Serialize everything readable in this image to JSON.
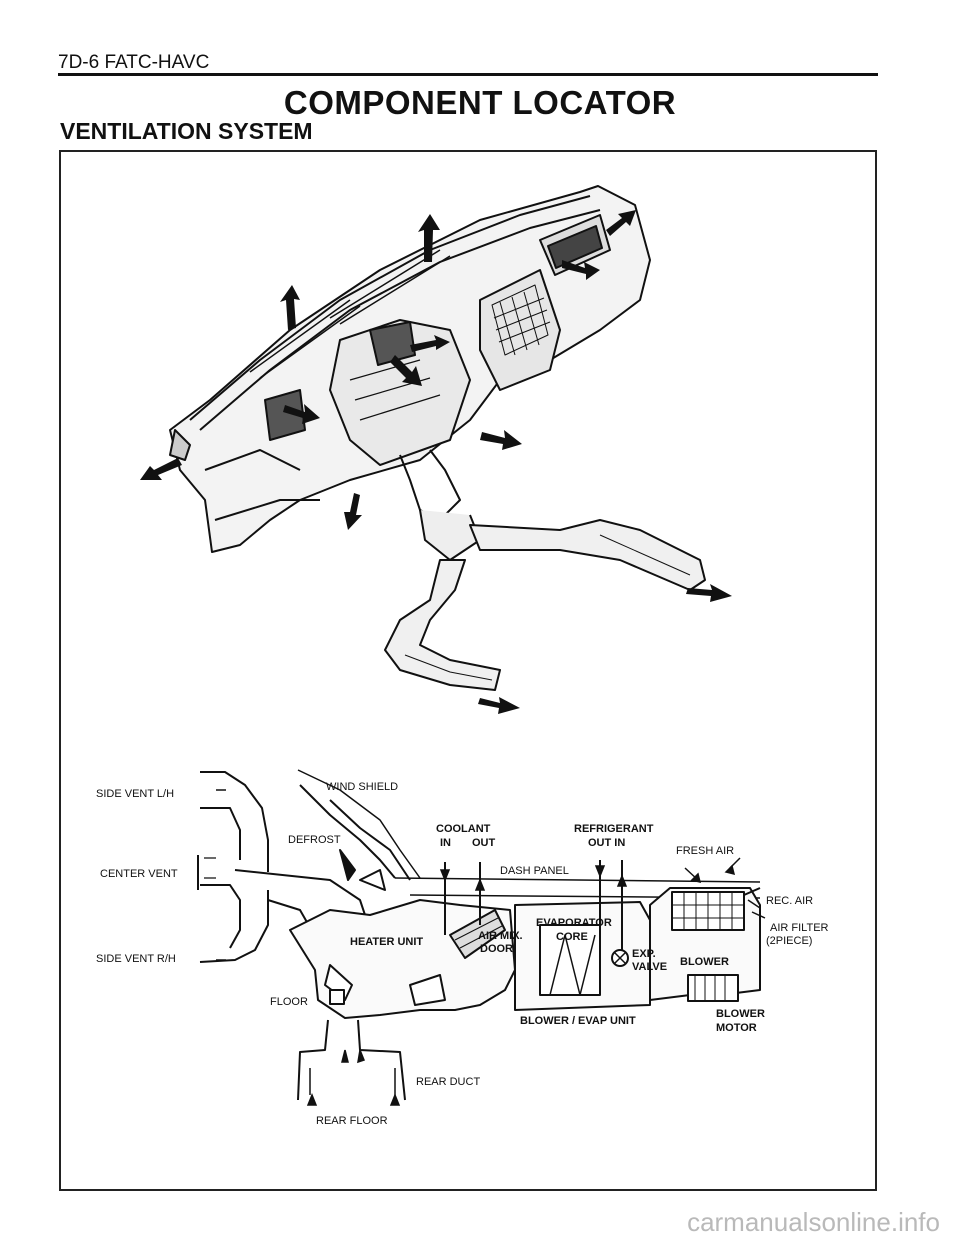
{
  "page": {
    "header": "7D-6  FATC-HAVC",
    "title": "COMPONENT LOCATOR",
    "subtitle": "VENTILATION SYSTEM",
    "watermark": "carmanualsonline.info"
  },
  "diagram": {
    "labels": {
      "side_vent_lh": "SIDE VENT L/H",
      "center_vent": "CENTER VENT",
      "side_vent_rh": "SIDE VENT R/H",
      "wind_shield": "WIND SHIELD",
      "defrost": "DEFROST",
      "coolant": "COOLANT",
      "coolant_in": "IN",
      "coolant_out": "OUT",
      "refrigerant": "REFRIGERANT",
      "refrigerant_out_in": "OUT  IN",
      "fresh_air": "FRESH  AIR",
      "dash_panel": "DASH PANEL",
      "rec_air": "REC. AIR",
      "air_filter": "AIR FILTER",
      "air_filter_2": "(2PIECE)",
      "evaporator": "EVAPORATOR",
      "core": "CORE",
      "heater_unit": "HEATER UNIT",
      "air_mix": "AIR MIX.",
      "door": "DOOR",
      "exp": "EXP.",
      "valve": "VALVE",
      "blower": "BLOWER",
      "blower_motor_1": "BLOWER",
      "blower_motor_2": "MOTOR",
      "floor": "FLOOR",
      "blower_evap_unit": "BLOWER / EVAP UNIT",
      "rear_duct": "REAR DUCT",
      "rear_floor": "REAR FLOOR"
    }
  }
}
